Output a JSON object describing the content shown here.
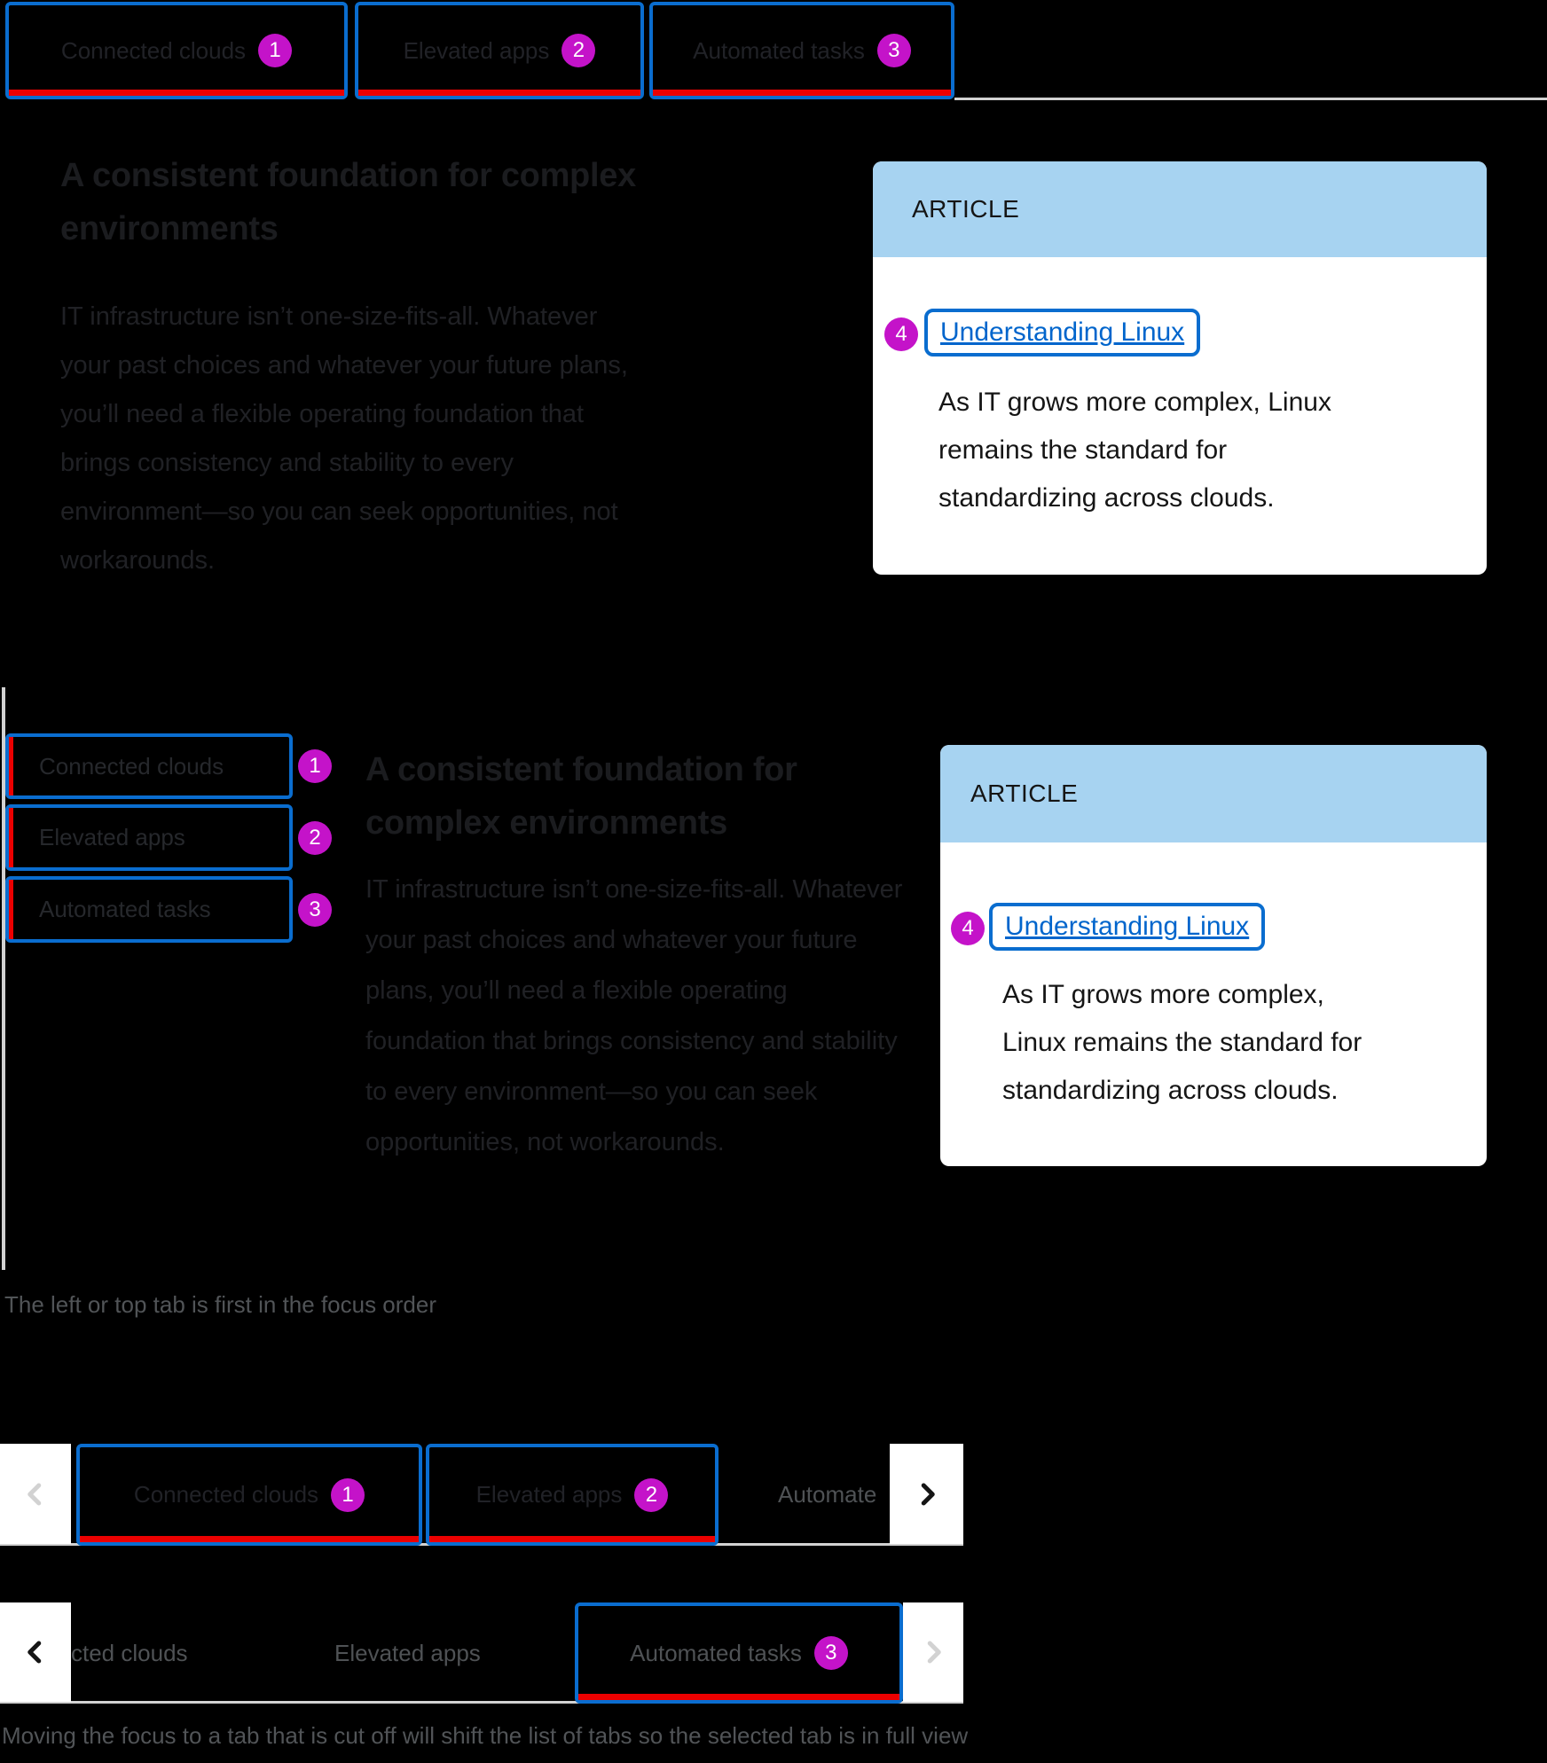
{
  "colors": {
    "focus_blue": "#0a6dcf",
    "selected_red": "#ec0000",
    "badge_magenta": "#c413c9",
    "card_header_blue": "#a7d3f1",
    "link_blue": "#0065cc",
    "border_gray": "#d2d2d2",
    "caption_gray": "#515457"
  },
  "tabs": {
    "items": [
      {
        "label": "Connected clouds",
        "badge": "1"
      },
      {
        "label": "Elevated apps",
        "badge": "2"
      },
      {
        "label": "Automated tasks",
        "badge": "3"
      }
    ],
    "cut_first": "cted clouds",
    "cut_last": "Automate"
  },
  "content": {
    "heading": "A consistent foundation for complex environments",
    "body": "IT infrastructure isn’t one-size-fits-all. Whatever your past choices and whatever your future plans, you’ll need a flexible operating foundation that brings consistency and stability to every environment—so you can seek opportunities, not workarounds."
  },
  "article": {
    "eyebrow": "ARTICLE",
    "badge": "4",
    "link_label": "Understanding Linux",
    "description": "As IT grows more complex, Linux remains the standard for standardizing across clouds."
  },
  "captions": {
    "focus_order": "The left or top tab is first in the focus order",
    "overflow": "Moving the focus to a tab that is cut off will shift the list of tabs so the selected tab is in full view"
  }
}
